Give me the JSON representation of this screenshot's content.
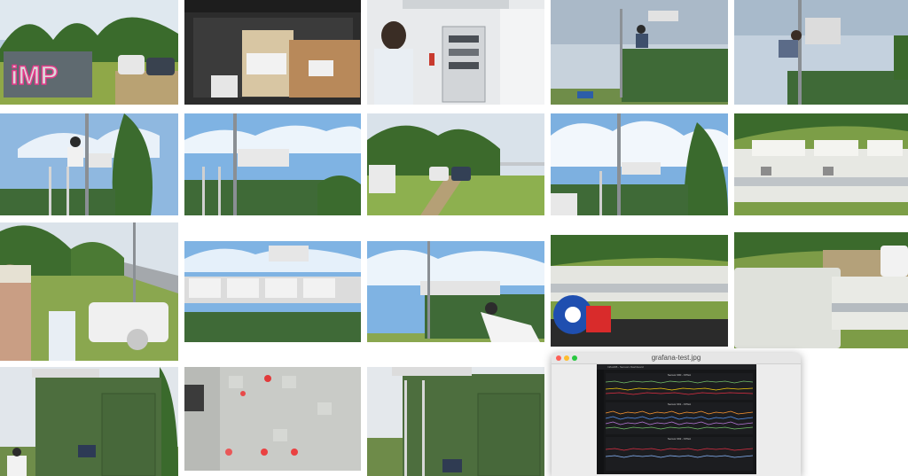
{
  "gallery": {
    "tiles": [
      {
        "alt": "field-graffiti-cars"
      },
      {
        "alt": "car-trunk-boxes"
      },
      {
        "alt": "container-interior-racks"
      },
      {
        "alt": "person-on-container-roof"
      },
      {
        "alt": "person-mast-instruments"
      },
      {
        "alt": "ladder-mast-person"
      },
      {
        "alt": "container-roof-sensors"
      },
      {
        "alt": "field-road-cars"
      },
      {
        "alt": "container-clouds"
      },
      {
        "alt": "sensor-modules-closeup"
      },
      {
        "alt": "selfie-field-person"
      },
      {
        "alt": "sensor-array-container"
      },
      {
        "alt": "person-under-sensors"
      },
      {
        "alt": "cable-reel-sensors"
      },
      {
        "alt": "sensor-box-closeup"
      },
      {
        "alt": "container-door-laptop"
      },
      {
        "alt": "led-panel-closeup"
      },
      {
        "alt": "container-ladder-laptop"
      }
    ]
  },
  "preview": {
    "title": "grafana-test.jpg",
    "dashboard_title": "InfluxDB - Sensors Dashboard",
    "panels": [
      "Sensor 000 - FPGA",
      "Sensor 001 - FPGA",
      "Sensor 002 - FPGA"
    ]
  },
  "colors": {
    "background": "#ffffff",
    "container_green": "#3f6a37",
    "sky": "#7fb3e3",
    "grass": "#7ea24a",
    "grafana_bg": "#161719"
  }
}
